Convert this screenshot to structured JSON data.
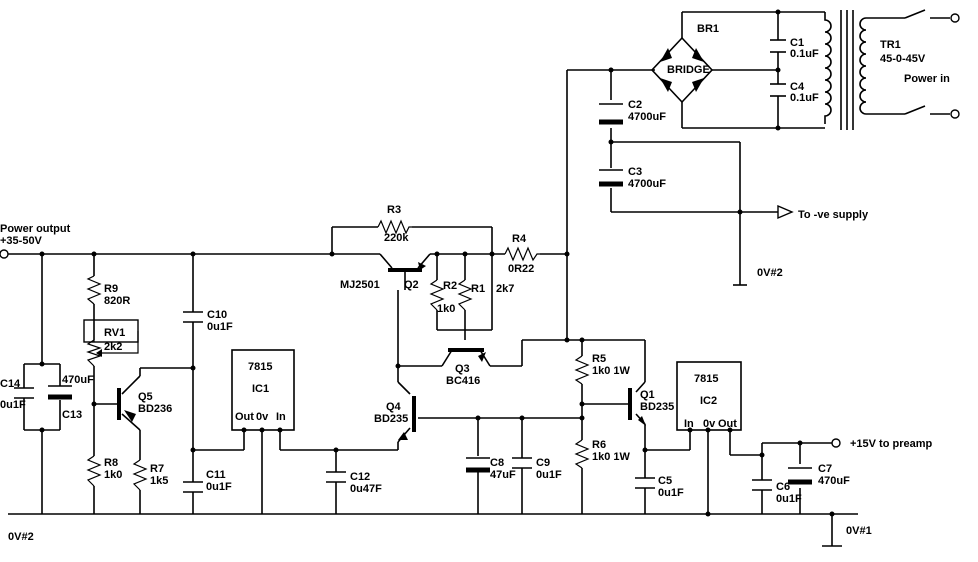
{
  "labels": {
    "power_output": "Power output",
    "power_output_v": "+35-50V",
    "ov2_left": "0V#2",
    "ov2_mid": "0V#2",
    "ov1": "0V#1",
    "neg_supply": "To -ve supply",
    "preamp": "+15V to preamp",
    "power_in": "Power in",
    "bridge": "BRIDGE"
  },
  "components": {
    "br1": "BR1",
    "tr1": "TR1",
    "tr1_val": "45-0-45V",
    "c1": "C1",
    "c1_val": "0.1uF",
    "c4": "C4",
    "c4_val": "0.1uF",
    "c2": "C2",
    "c2_val": "4700uF",
    "c3": "C3",
    "c3_val": "4700uF",
    "r3": "R3",
    "r3_val": "220k",
    "r4": "R4",
    "r4_val": "0R22",
    "q2": "Q2",
    "q2_val": "MJ2501",
    "r2": "R2",
    "r2_val": "1k0",
    "r1": "R1",
    "r1_val": "2k7",
    "q3": "Q3",
    "q3_val": "BC416",
    "r9": "R9",
    "r9_val": "820R",
    "rv1": "RV1",
    "rv1_val": "2k2",
    "c10": "C10",
    "c10_val": "0u1F",
    "ic1": "IC1",
    "ic1_type": "7815",
    "ic1_out": "Out",
    "ic1_0v": "0v",
    "ic1_in": "In",
    "c14": "C14",
    "c14_val": "0u1F",
    "c13": "C13",
    "c13_val": "470uF",
    "q5": "Q5",
    "q5_val": "BD236",
    "r8": "R8",
    "r8_val": "1k0",
    "r7": "R7",
    "r7_val": "1k5",
    "c11": "C11",
    "c11_val": "0u1F",
    "c12": "C12",
    "c12_val": "0u47F",
    "q4": "Q4",
    "q4_val": "BD235",
    "c8": "C8",
    "c8_val": "47uF",
    "c9": "C9",
    "c9_val": "0u1F",
    "r5": "R5",
    "r5_val": "1k0 1W",
    "r6": "R6",
    "r6_val": "1k0 1W",
    "q1": "Q1",
    "q1_val": "BD235",
    "ic2": "IC2",
    "ic2_type": "7815",
    "ic2_in": "In",
    "ic2_0v": "0v",
    "ic2_out": "Out",
    "c5": "C5",
    "c5_val": "0u1F",
    "c6": "C6",
    "c6_val": "0u1F",
    "c7": "C7",
    "c7_val": "470uF"
  }
}
